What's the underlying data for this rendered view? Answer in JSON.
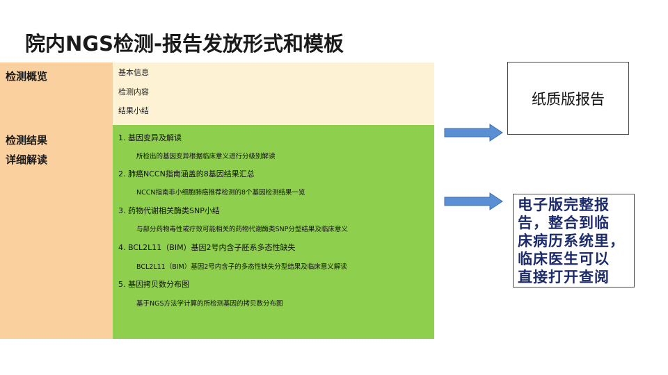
{
  "title": "院内NGS检测-报告发放形式和模板",
  "left": {
    "overview_label": "检测概览",
    "detail_label_line1": "检测结果",
    "detail_label_line2": "详细解读"
  },
  "overview": {
    "items": [
      "基本信息",
      "检测内容",
      "结果小结"
    ]
  },
  "details": [
    {
      "heading": "1. 基因变异及解读",
      "desc": "所检出的基因变异根据临床意义进行分级别解读"
    },
    {
      "heading": "2. 肺癌NCCN指南涵盖的8基因结果汇总",
      "desc": "NCCN指南非小细胞肺癌推荐检测的8个基因检测结果一览"
    },
    {
      "heading": "3. 药物代谢相关酶类SNP小结",
      "desc": "与部分药物毒性或疗效可能相关的药物代谢酶类SNP分型结果及临床意义"
    },
    {
      "heading": "4. BCL2L11（BIM）基因2号内含子胚系多态性缺失",
      "desc": "BCL2L11（BIM）基因2号内含子的多态性缺失分型结果及临床意义解读"
    },
    {
      "heading": "5. 基因拷贝数分布图",
      "desc": "基于NGS方法学计算的所检测基因的拷贝数分布图"
    }
  ],
  "paper_box": "纸质版报告",
  "electronic_box": {
    "lines": [
      "电子版完整报",
      "告，整合到临",
      "床病历系统里，",
      "临床医生可以",
      "直接打开查阅"
    ]
  },
  "colors": {
    "left_col": "#fbd09f",
    "overview_bg": "#fdf2d3",
    "detail_bg": "#8ecf4d",
    "arrow": "#5b8fd3",
    "box_border": "#2c4d7a",
    "electronic_text": "#1c2b6b"
  }
}
